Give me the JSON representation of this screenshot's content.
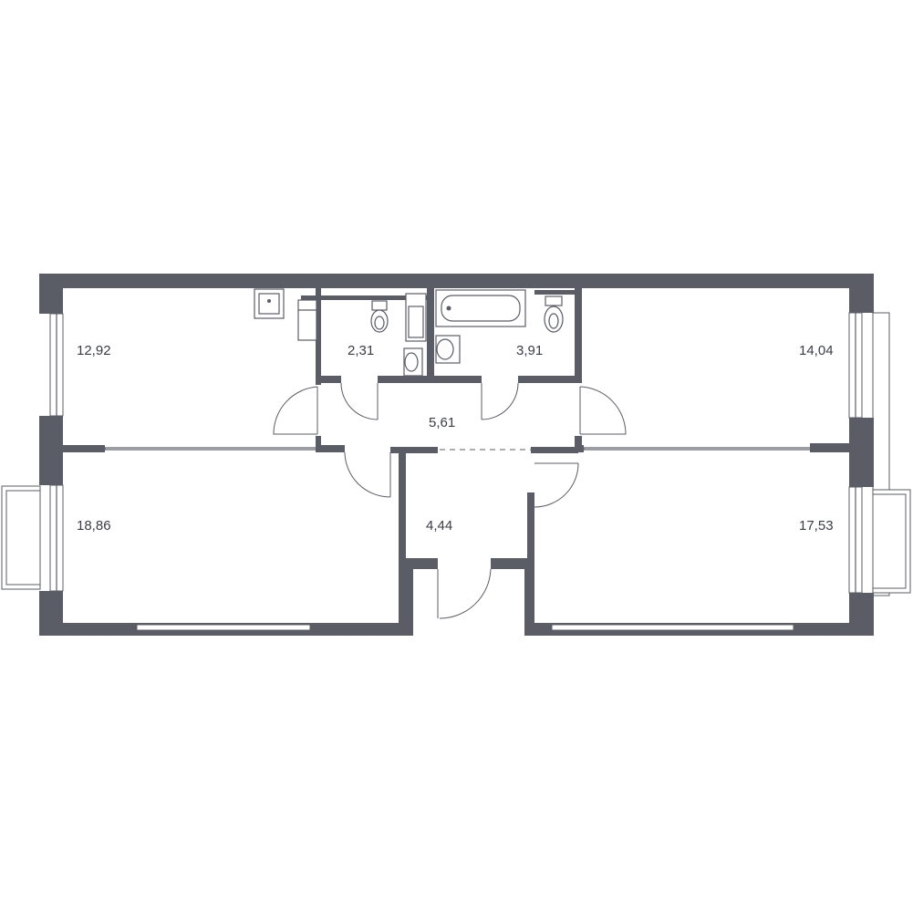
{
  "rooms": [
    {
      "id": "room-bedroom-top-left",
      "area": "12,92"
    },
    {
      "id": "room-bathroom-small",
      "area": "2,31"
    },
    {
      "id": "room-bathroom-large",
      "area": "3,91"
    },
    {
      "id": "room-bedroom-top-right",
      "area": "14,04"
    },
    {
      "id": "room-corridor",
      "area": "5,61"
    },
    {
      "id": "room-bedroom-bottom-left",
      "area": "18,86"
    },
    {
      "id": "room-entrance-hall",
      "area": "4,44"
    },
    {
      "id": "room-living-bottom-right",
      "area": "17,53"
    }
  ],
  "colors": {
    "wall": "#5a5d66",
    "background": "#ffffff",
    "text": "#3a3d45"
  }
}
